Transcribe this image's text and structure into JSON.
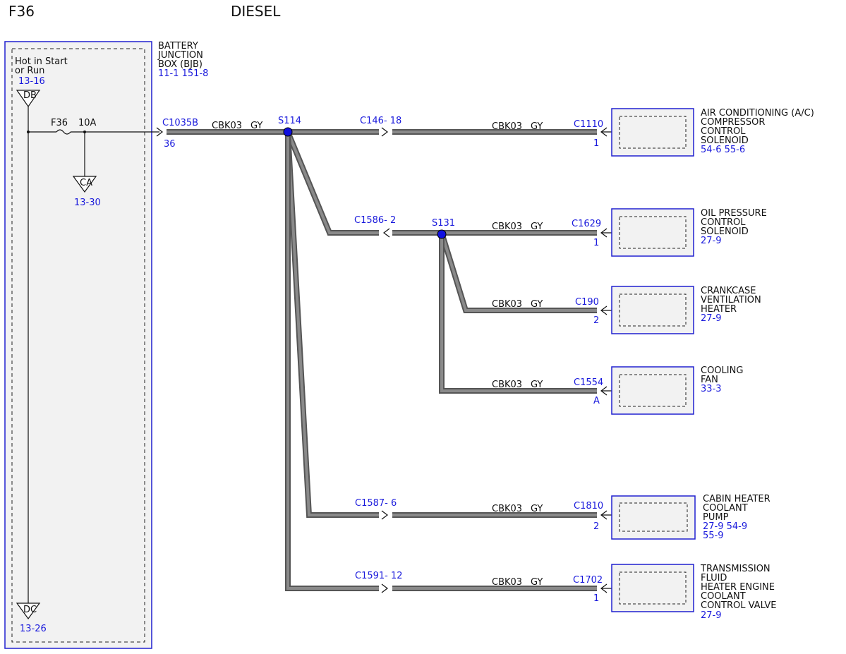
{
  "header": {
    "fuse_title": "F36",
    "variant": "DIESEL"
  },
  "bjb": {
    "label_lines": [
      "BATTERY",
      "JUNCTION",
      "BOX (BJB)"
    ],
    "refs": "11-1   151-8",
    "hot_lines": [
      "Hot in Start",
      "or Run"
    ],
    "hot_ref": "13-16",
    "db_label": "DB",
    "ca_label": "CA",
    "ca_ref": "13-30",
    "dc_label": "DC",
    "dc_ref": "13-26",
    "fuse_name": "F36",
    "fuse_rating": "10A",
    "connector": "C1035B",
    "pin": "36"
  },
  "circuit": {
    "code": "CBK03",
    "color": "GY"
  },
  "splices": {
    "main": "S114",
    "sub": "S131"
  },
  "inline": {
    "ac": "C146- 18",
    "oil": "C1586- 2",
    "cabin": "C1587- 6",
    "trans": "C1591- 12"
  },
  "components": [
    {
      "key": "ac",
      "connector": "C1110",
      "pin": "1",
      "name_lines": [
        "AIR CONDITIONING (A/C)",
        "COMPRESSOR",
        "CONTROL",
        "SOLENOID"
      ],
      "refs": "54-6   55-6"
    },
    {
      "key": "oil",
      "connector": "C1629",
      "pin": "1",
      "name_lines": [
        "OIL PRESSURE",
        "CONTROL",
        "SOLENOID"
      ],
      "refs": "27-9"
    },
    {
      "key": "crank",
      "connector": "C190",
      "pin": "2",
      "name_lines": [
        "CRANKCASE",
        "VENTILATION",
        "HEATER"
      ],
      "refs": "27-9"
    },
    {
      "key": "fan",
      "connector": "C1554",
      "pin": "A",
      "name_lines": [
        "COOLING",
        "FAN"
      ],
      "refs": "33-3"
    },
    {
      "key": "cabin",
      "connector": "C1810",
      "pin": "2",
      "name_lines": [
        "CABIN HEATER",
        "COOLANT",
        "PUMP"
      ],
      "refs": "27-9   54-9",
      "refs2": "55-9"
    },
    {
      "key": "trans",
      "connector": "C1702",
      "pin": "1",
      "name_lines": [
        "TRANSMISSION",
        "FLUID",
        "HEATER ENGINE",
        "COOLANT",
        "CONTROL VALVE"
      ],
      "refs": "27-9"
    }
  ],
  "colors": {
    "ref_blue": "#1a1adc",
    "wire": "#808080",
    "box_fill": "#f2f2f2"
  }
}
